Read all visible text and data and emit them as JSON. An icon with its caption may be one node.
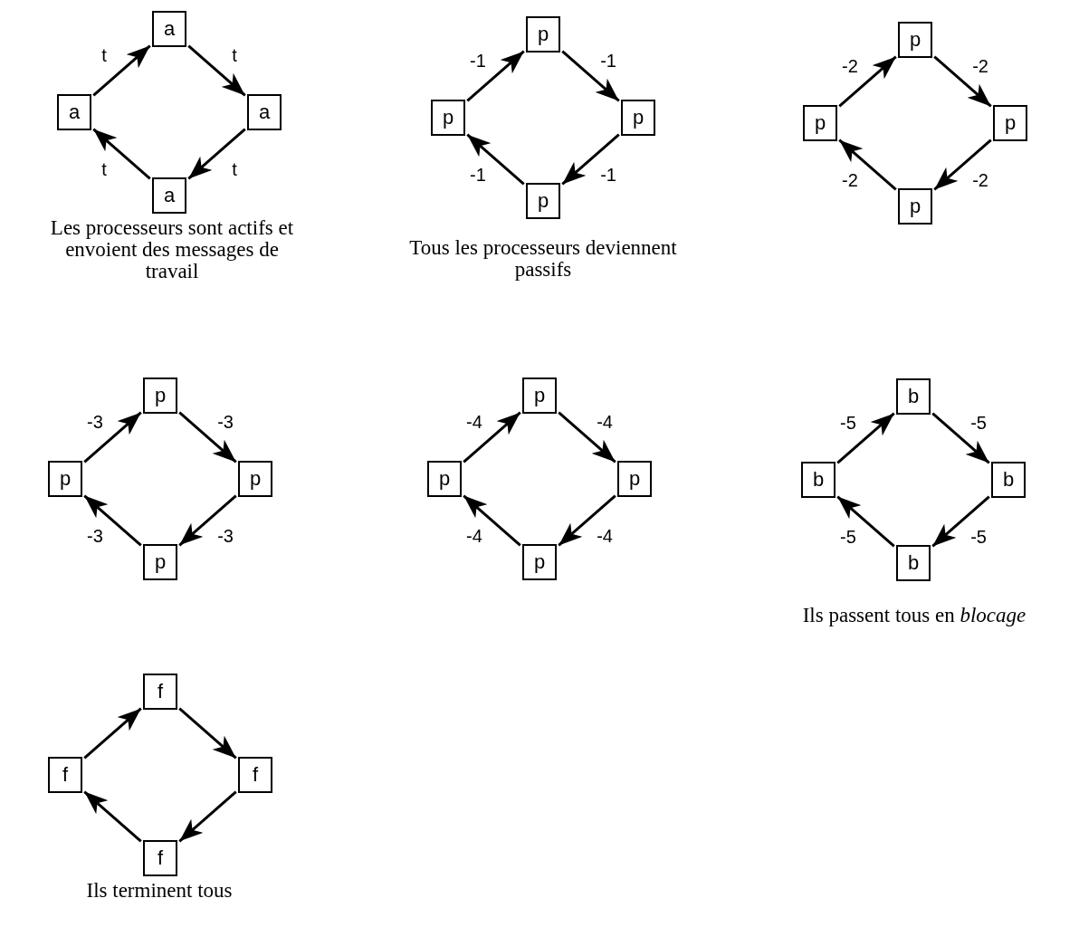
{
  "diagram": {
    "nodes": [
      {
        "text": [
          "a"
        ]
      },
      {
        "text": [
          "a"
        ]
      },
      {
        "text": [
          "a"
        ]
      },
      {
        "text": [
          "a"
        ]
      },
      {
        "text": [
          "p"
        ]
      },
      {
        "text": [
          "p"
        ]
      },
      {
        "text": [
          "p"
        ]
      },
      {
        "text": [
          "p"
        ]
      },
      {
        "text": [
          "p"
        ]
      },
      {
        "text": [
          "p"
        ]
      },
      {
        "text": [
          "p"
        ]
      },
      {
        "text": [
          "p"
        ]
      },
      {
        "text": [
          "p"
        ]
      },
      {
        "text": [
          "p"
        ]
      },
      {
        "text": [
          "p"
        ]
      },
      {
        "text": [
          "p"
        ]
      },
      {
        "text": [
          "p"
        ]
      },
      {
        "text": [
          "p"
        ]
      },
      {
        "text": [
          "p"
        ]
      },
      {
        "text": [
          "p"
        ]
      },
      {
        "text": [
          "b"
        ]
      },
      {
        "text": [
          "b"
        ]
      },
      {
        "text": [
          "b"
        ]
      },
      {
        "text": [
          "b"
        ]
      },
      {
        "text": [
          "f"
        ]
      },
      {
        "text": [
          "f"
        ]
      },
      {
        "text": [
          "f"
        ]
      },
      {
        "text": [
          "f"
        ]
      }
    ],
    "edges": [
      {
        "from": 1,
        "to": 0,
        "arrow": "to",
        "label": "t"
      },
      {
        "from": 0,
        "to": 2,
        "arrow": "to",
        "label": "t"
      },
      {
        "from": 2,
        "to": 3,
        "arrow": "to",
        "label": "t"
      },
      {
        "from": 3,
        "to": 1,
        "arrow": "to",
        "label": "t"
      },
      {
        "from": 5,
        "to": 4,
        "arrow": "to",
        "label": "-1"
      },
      {
        "from": 4,
        "to": 6,
        "arrow": "to",
        "label": "-1"
      },
      {
        "from": 6,
        "to": 7,
        "arrow": "to",
        "label": "-1"
      },
      {
        "from": 7,
        "to": 5,
        "arrow": "to",
        "label": "-1"
      },
      {
        "from": 9,
        "to": 8,
        "arrow": "to",
        "label": "-2"
      },
      {
        "from": 8,
        "to": 10,
        "arrow": "to",
        "label": "-2"
      },
      {
        "from": 10,
        "to": 11,
        "arrow": "to",
        "label": "-2"
      },
      {
        "from": 11,
        "to": 9,
        "arrow": "to",
        "label": "-2"
      },
      {
        "from": 13,
        "to": 12,
        "arrow": "to",
        "label": "-3"
      },
      {
        "from": 12,
        "to": 14,
        "arrow": "to",
        "label": "-3"
      },
      {
        "from": 14,
        "to": 15,
        "arrow": "to",
        "label": "-3"
      },
      {
        "from": 15,
        "to": 13,
        "arrow": "to",
        "label": "-3"
      },
      {
        "from": 17,
        "to": 16,
        "arrow": "to",
        "label": "-4"
      },
      {
        "from": 16,
        "to": 18,
        "arrow": "to",
        "label": "-4"
      },
      {
        "from": 18,
        "to": 19,
        "arrow": "to",
        "label": "-4"
      },
      {
        "from": 19,
        "to": 17,
        "arrow": "to",
        "label": "-4"
      },
      {
        "from": 21,
        "to": 20,
        "arrow": "to",
        "label": "-5"
      },
      {
        "from": 20,
        "to": 22,
        "arrow": "to",
        "label": "-5"
      },
      {
        "from": 22,
        "to": 23,
        "arrow": "to",
        "label": "-5"
      },
      {
        "from": 23,
        "to": 21,
        "arrow": "to",
        "label": "-5"
      },
      {
        "from": 25,
        "to": 24,
        "arrow": "to"
      },
      {
        "from": 24,
        "to": 26,
        "arrow": "to"
      },
      {
        "from": 26,
        "to": 27,
        "arrow": "to"
      },
      {
        "from": 27,
        "to": 25,
        "arrow": "to"
      }
    ],
    "labels": [
      "Les processeurs sont actifs et envoient des messages de travail",
      "Tous les processeurs deviennent passifs",
      "Ils passent tous en *blocage*",
      "Ils terminent tous"
    ]
  }
}
